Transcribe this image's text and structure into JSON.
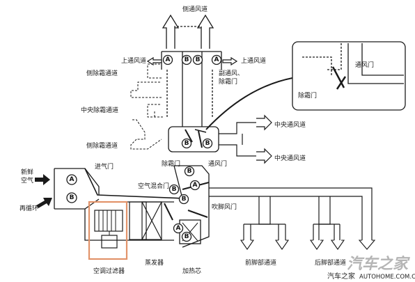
{
  "labels": {
    "side_duct_top": "侧通风道",
    "upper_duct_left": "上通风道",
    "upper_duct_right": "上通风道",
    "side_defrost_upper": "侧除霜通道",
    "sub_duct_defrost_door": "副通风、除霜门",
    "center_defrost": "中央除霜通道",
    "side_defrost_lower": "侧除霜通道",
    "defrost_door": "除霜门",
    "vent_door": "通风门",
    "center_vent_1": "中央通风道",
    "center_vent_2": "中央通风道",
    "fresh_air": "新鲜空气",
    "recirc": "再循环",
    "intake_door": "进气门",
    "air_mix_door": "空气混合门",
    "foot_door": "吹脚风门",
    "ac_filter": "空调过滤器",
    "evaporator": "蒸发器",
    "heater_core": "加热芯",
    "front_foot_duct": "前脚部通道",
    "rear_foot_duct": "后脚部通道",
    "inset_vent_door": "通风门",
    "inset_defrost_door": "除霜门"
  },
  "door_marks": {
    "a": "A",
    "b": "B"
  },
  "watermark": {
    "brand": "汽车之家",
    "url": "AUTOHOME.COM.CN",
    "logo_text": "汽车之家"
  },
  "colors": {
    "line": "#1a1a1a",
    "highlight": "#e2936a",
    "watermark": "#b5b5b5"
  }
}
